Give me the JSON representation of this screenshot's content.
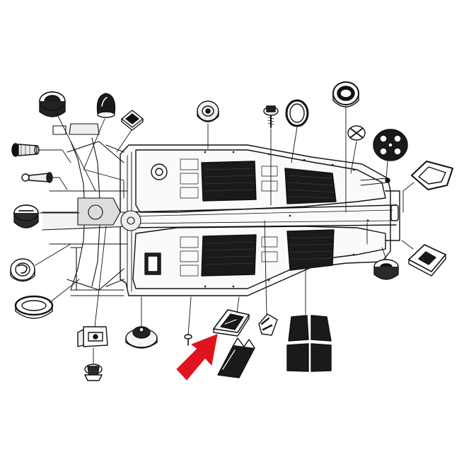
{
  "diagram": {
    "kind": "exploded-parts-diagram",
    "subject": "floor-pan-chassis",
    "line_color": "#111111",
    "fill_color": "#ffffff",
    "highlight_color": "#e0141e",
    "callout_arrow": {
      "points_to": "floor-pan-seal-part",
      "color": "#e0141e"
    },
    "parts": [
      {
        "name": "grommet-large"
      },
      {
        "name": "bullet-plug"
      },
      {
        "name": "square-clip"
      },
      {
        "name": "ring-grommet"
      },
      {
        "name": "body-bolt"
      },
      {
        "name": "rubber-ring"
      },
      {
        "name": "pedal-bushing"
      },
      {
        "name": "four-hole-grommet"
      },
      {
        "name": "gasket-plate"
      },
      {
        "name": "pin-bolt"
      },
      {
        "name": "stud-pin"
      },
      {
        "name": "slotted-plug"
      },
      {
        "name": "spiral-grommet"
      },
      {
        "name": "oval-grommet"
      },
      {
        "name": "mount-bracket"
      },
      {
        "name": "cone-grommet"
      },
      {
        "name": "small-screw"
      },
      {
        "name": "floor-pan-seal-part"
      },
      {
        "name": "seal-strip"
      },
      {
        "name": "crossed-grommet"
      },
      {
        "name": "floor-mat-set"
      },
      {
        "name": "angled-clip"
      },
      {
        "name": "rubber-bumper"
      },
      {
        "name": "valve-fitting"
      }
    ]
  }
}
